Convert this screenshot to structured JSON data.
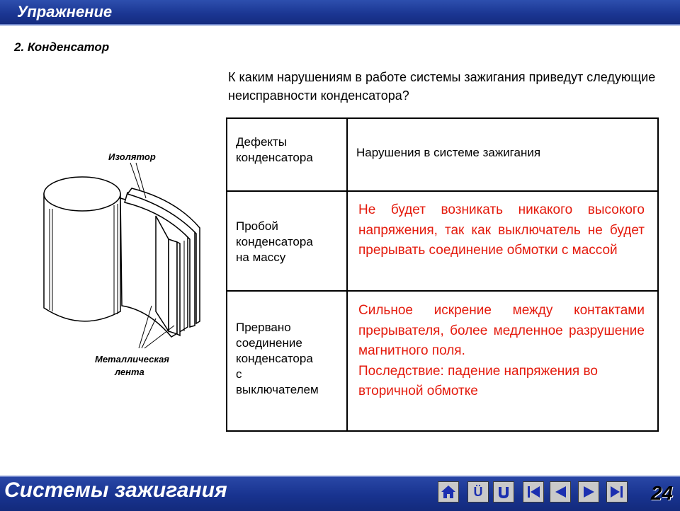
{
  "header": {
    "title": "Упражнение"
  },
  "section": {
    "title": "2. Конденсатор"
  },
  "question": "К каким нарушениям в работе системы зажигания приведут следующие неисправности конденсатора?",
  "diagram": {
    "label_insulator": "Изолятор",
    "label_tape_line1": "Металлическая",
    "label_tape_line2": "лента"
  },
  "table": {
    "header_defects": [
      "Дефекты",
      "конденсатора"
    ],
    "header_faults": "Нарушения в системе зажигания",
    "rows": [
      {
        "defect": [
          "Пробой",
          "конденсатора",
          "на массу"
        ],
        "effect": [
          "Не будет возникать никакого высокого напряжения, так как выключатель не будет прерывать соединение обмотки с массой"
        ]
      },
      {
        "defect": [
          "Прервано",
          "соединение",
          "конденсатора",
          "с",
          "выключателем"
        ],
        "effect": [
          "Сильное искрение между контактами прерывателя, более медленное разрушение магнитного поля.",
          "Последствие: падение напряжения во вторичной обмотке"
        ]
      }
    ]
  },
  "footer": {
    "title": "Системы зажигания",
    "page": "24",
    "u_label": "Ü"
  },
  "colors": {
    "bar": "#1a3591",
    "answer_text": "#e41a0c",
    "nav_button": "#c9c9c9"
  }
}
